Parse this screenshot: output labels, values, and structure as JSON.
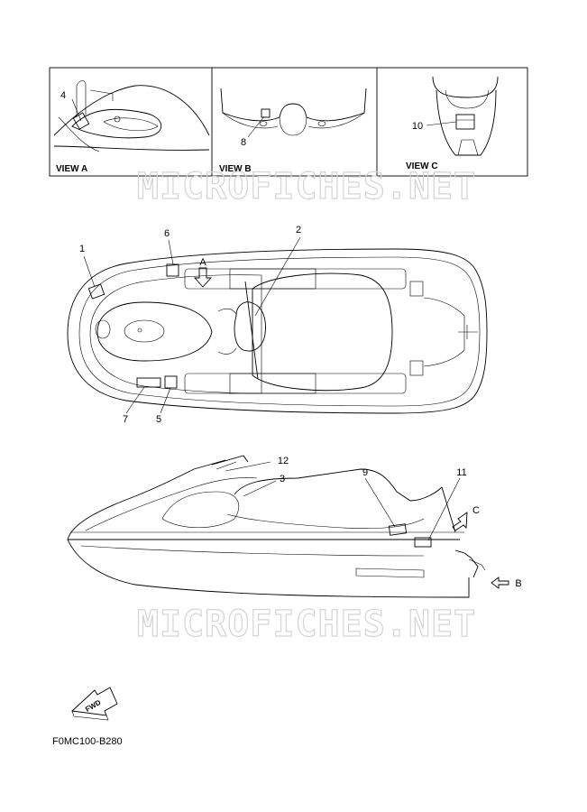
{
  "views": [
    {
      "id": "view-a",
      "label": "VIEW A"
    },
    {
      "id": "view-b",
      "label": "VIEW B"
    },
    {
      "id": "view-c",
      "label": "VIEW C"
    }
  ],
  "callouts": {
    "c1": "1",
    "c2": "2",
    "c3": "3",
    "c4": "4",
    "c5": "5",
    "c6": "6",
    "c7": "7",
    "c8": "8",
    "c9": "9",
    "c10": "10",
    "c11": "11",
    "c12": "12"
  },
  "view_arrows": {
    "a": "A",
    "b": "B",
    "c": "C"
  },
  "watermark": "MICROFICHES.NET",
  "fwd_label": "FWD",
  "diagram_code": "F0MC100-B280"
}
